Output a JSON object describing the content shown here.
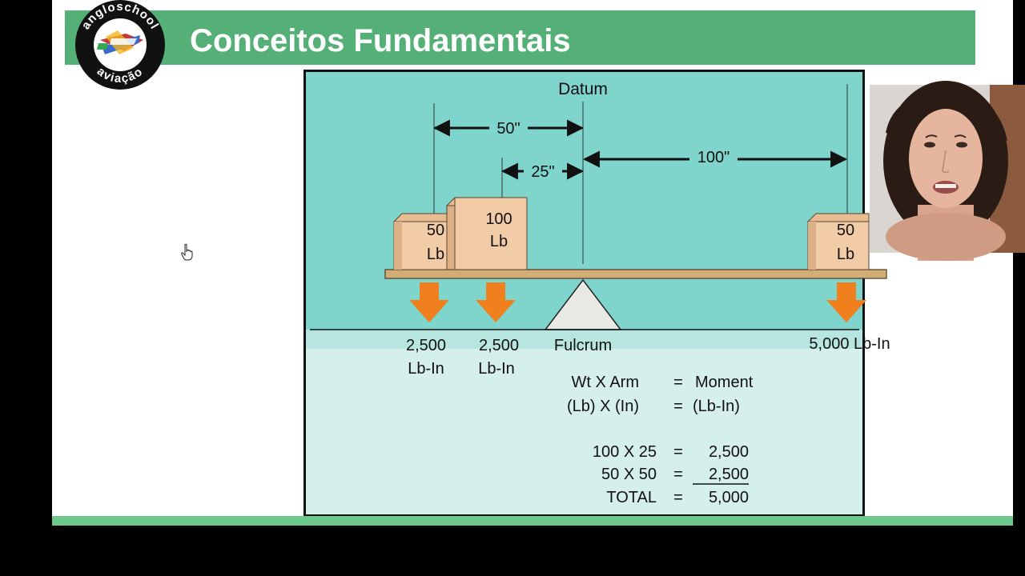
{
  "slide": {
    "title": "Conceitos Fundamentais",
    "logo": {
      "ring_text": "angloschool",
      "bottom_text": "aviação"
    }
  },
  "diagram": {
    "datum_label": "Datum",
    "dimensions": {
      "d50": "50\"",
      "d25": "25\"",
      "d100": "100\""
    },
    "boxes": {
      "left_small": {
        "weight": "50",
        "unit": "Lb"
      },
      "left_big": {
        "weight": "100",
        "unit": "Lb"
      },
      "right": {
        "weight": "50",
        "unit": "Lb"
      }
    },
    "moments": {
      "left_small": {
        "value": "2,500",
        "unit": "Lb-In"
      },
      "left_big": {
        "value": "2,500",
        "unit": "Lb-In"
      },
      "right": "5,000 Lb-In"
    },
    "fulcrum_label": "Fulcrum",
    "formula": {
      "line1": {
        "left": "Wt X Arm",
        "eq": "=",
        "right": "Moment"
      },
      "line2": {
        "left": "(Lb) X (In)",
        "eq": "=",
        "right": "(Lb-In)"
      }
    },
    "calc": {
      "row1": {
        "left": "100 X 25",
        "eq": "=",
        "right": "2,500"
      },
      "row2": {
        "left": "50 X 50",
        "eq": "=",
        "right": "2,500"
      },
      "total": {
        "left": "TOTAL",
        "eq": "=",
        "right": "5,000"
      }
    }
  },
  "colors": {
    "header_green": "#55b077",
    "diagram_teal": "#7fd4cb",
    "diagram_light": "#d5efeb",
    "arrow_orange": "#f07f1e",
    "box_tan": "#f1cca7",
    "beam_tan": "#d2ad76"
  },
  "icons": {
    "cursor": "hand-pointer-icon",
    "arrows": "down-arrow-icon"
  }
}
